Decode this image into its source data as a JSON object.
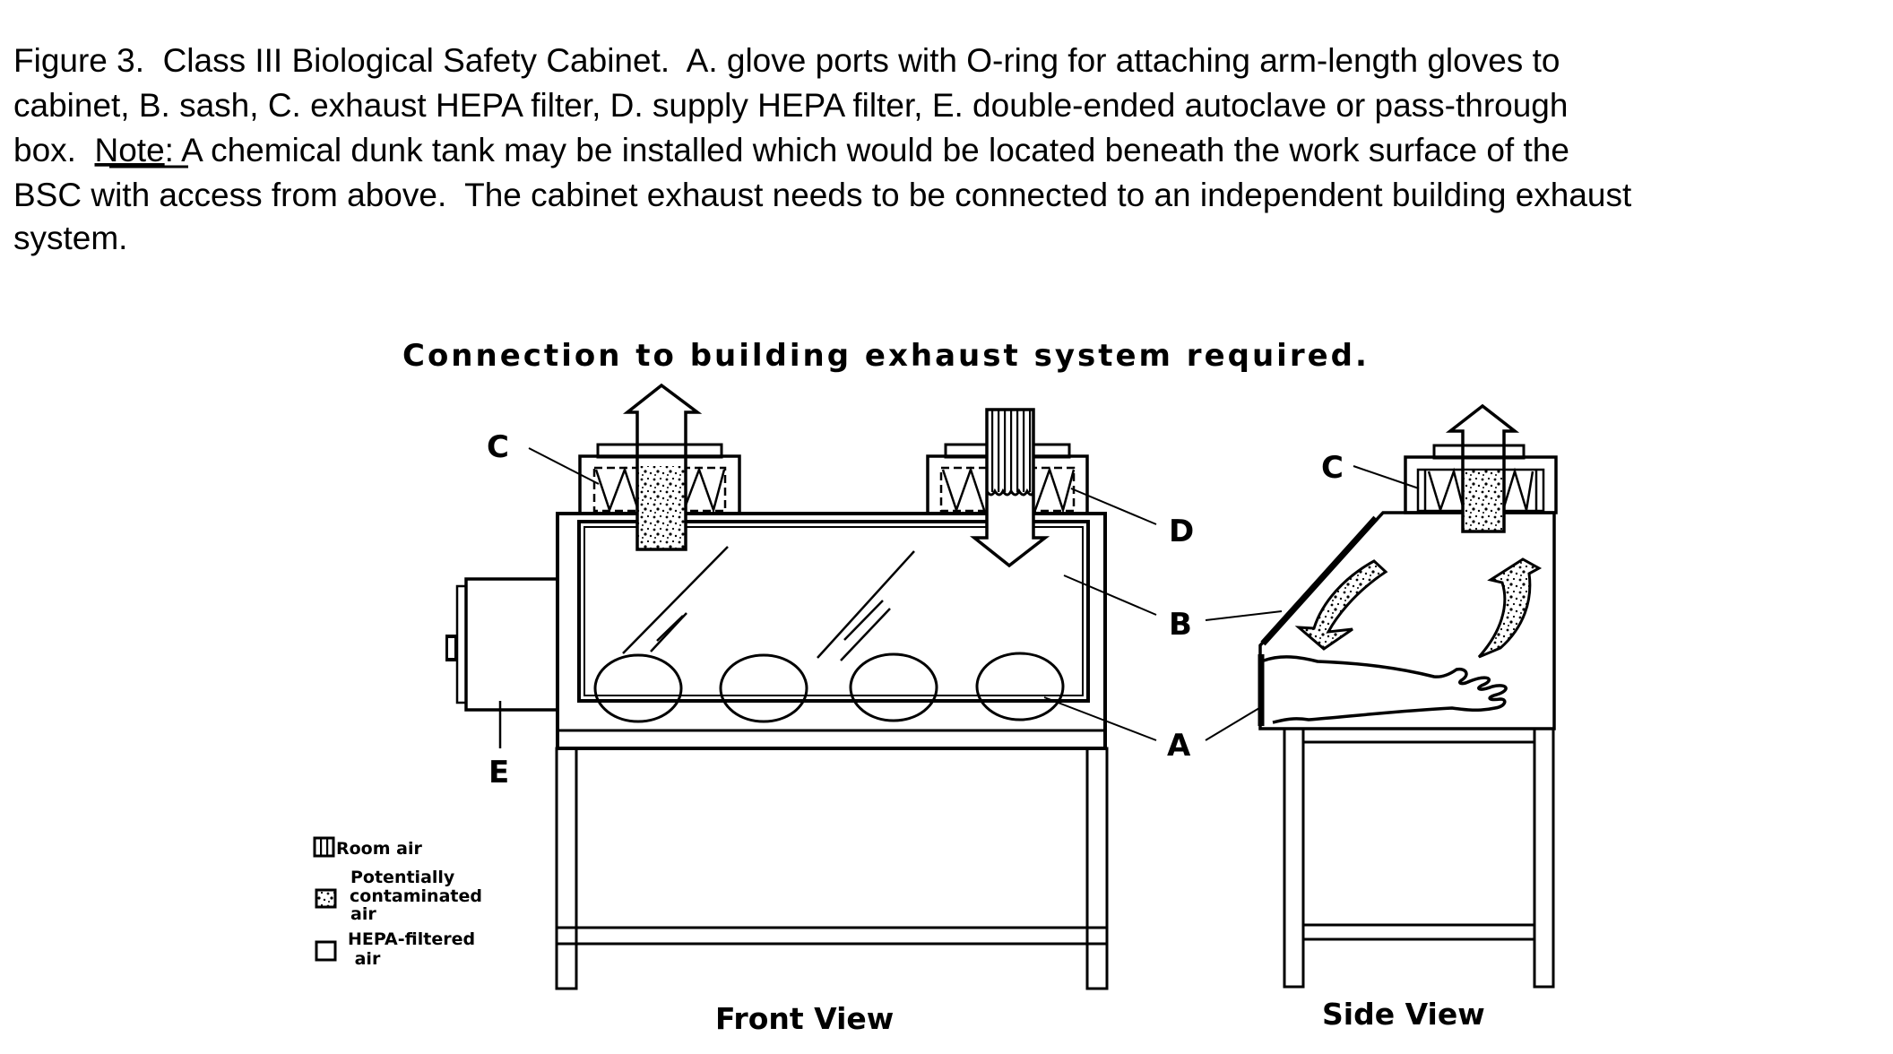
{
  "caption": {
    "lines": [
      "Figure 3.  Class III Biological Safety Cabinet.  A. glove ports with O-ring for attaching arm-length gloves to",
      "cabinet, B. sash, C. exhaust HEPA filter, D. supply HEPA filter, E. double-ended autoclave or pass-through",
      "box.  ",
      "BSC with access from above.  The cabinet exhaust needs to be connected to an independent building exhaust",
      "system."
    ],
    "note_label": "Note",
    "note_text": ": A chemical dunk tank may be installed which would be located beneath the work surface of the"
  },
  "diagram": {
    "heading": "Connection to building exhaust system required.",
    "front_view_label": "Front View",
    "side_view_label": "Side View",
    "callouts": {
      "A": "A",
      "B": "B",
      "C_front": "C",
      "C_side": "C",
      "D": "D",
      "E": "E"
    },
    "legend": [
      {
        "pattern": "vertical-stripes",
        "lines": [
          "Room air"
        ]
      },
      {
        "pattern": "stipple",
        "lines": [
          "Potentially",
          "contaminated",
          "air"
        ]
      },
      {
        "pattern": "blank",
        "lines": [
          "HEPA-filtered",
          " air"
        ]
      }
    ],
    "glove_port_count": 4
  },
  "colors": {
    "ink": "#000000",
    "paper": "#ffffff"
  }
}
